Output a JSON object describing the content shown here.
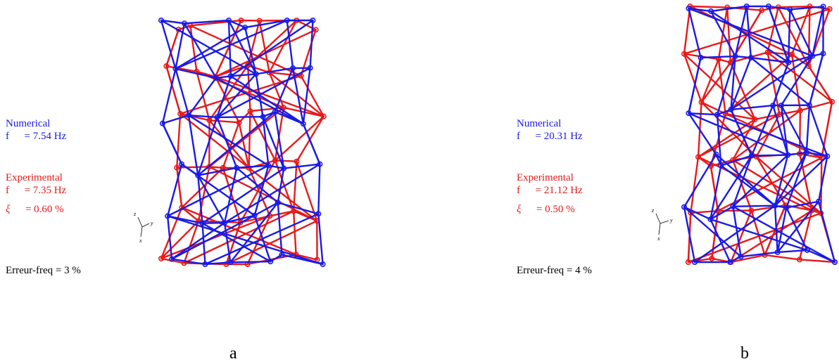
{
  "panels": [
    {
      "id": "a",
      "numerical_label": "Numerical",
      "num_freq_symbol": "f",
      "num_freq_value": "= 7.54 Hz",
      "experimental_label": "Experimental",
      "exp_freq_symbol": "f",
      "exp_freq_value": "= 7.35 Hz",
      "damping_symbol": "ξ",
      "damping_value": "= 0.60 %",
      "error_text": "Erreur-freq = 3 %",
      "panel_label": "a"
    },
    {
      "id": "b",
      "numerical_label": "Numerical",
      "num_freq_symbol": "f",
      "num_freq_value": "= 20.31 Hz",
      "experimental_label": "Experimental",
      "exp_freq_symbol": "f",
      "exp_freq_value": "= 21.12 Hz",
      "damping_symbol": "ξ",
      "damping_value": "= 0.50 %",
      "error_text": "Erreur-freq = 4 %",
      "panel_label": "b"
    }
  ],
  "axes_labels": {
    "z": "z",
    "y": "y",
    "x": "x"
  },
  "colors": {
    "numerical": "#1a1ae6",
    "experimental": "#e61a1a",
    "text": "#000000"
  }
}
